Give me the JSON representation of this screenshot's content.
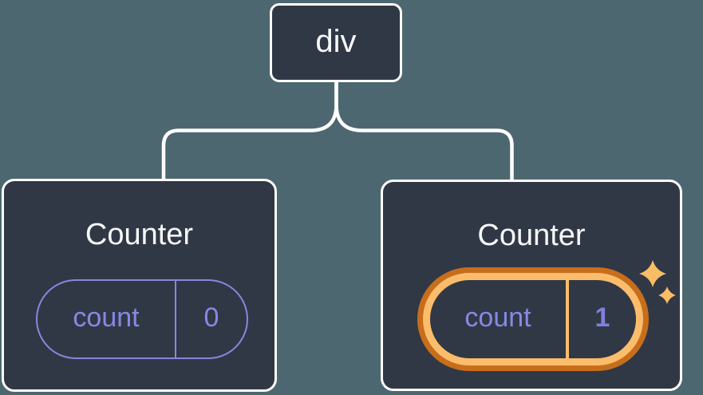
{
  "diagram": {
    "description": "Component tree diagram: a div root with two Counter children holding isolated state",
    "background_color": "#4d6770",
    "root": {
      "label": "div"
    },
    "children": [
      {
        "title": "Counter",
        "state": {
          "key": "count",
          "value": "0"
        },
        "highlighted": false
      },
      {
        "title": "Counter",
        "state": {
          "key": "count",
          "value": "1"
        },
        "highlighted": true
      }
    ],
    "colors": {
      "node_fill": "#313845",
      "node_border": "#ffffff",
      "connector": "#ffffff",
      "state_purple": "#8689e2",
      "pill_border_purple": "#8787e0",
      "highlight_orange_dark": "#c76e1d",
      "highlight_orange_light": "#fbbd6c",
      "sparkle_orange": "#f9bd66"
    },
    "icons": {
      "sparkles": "four-point-star"
    }
  }
}
